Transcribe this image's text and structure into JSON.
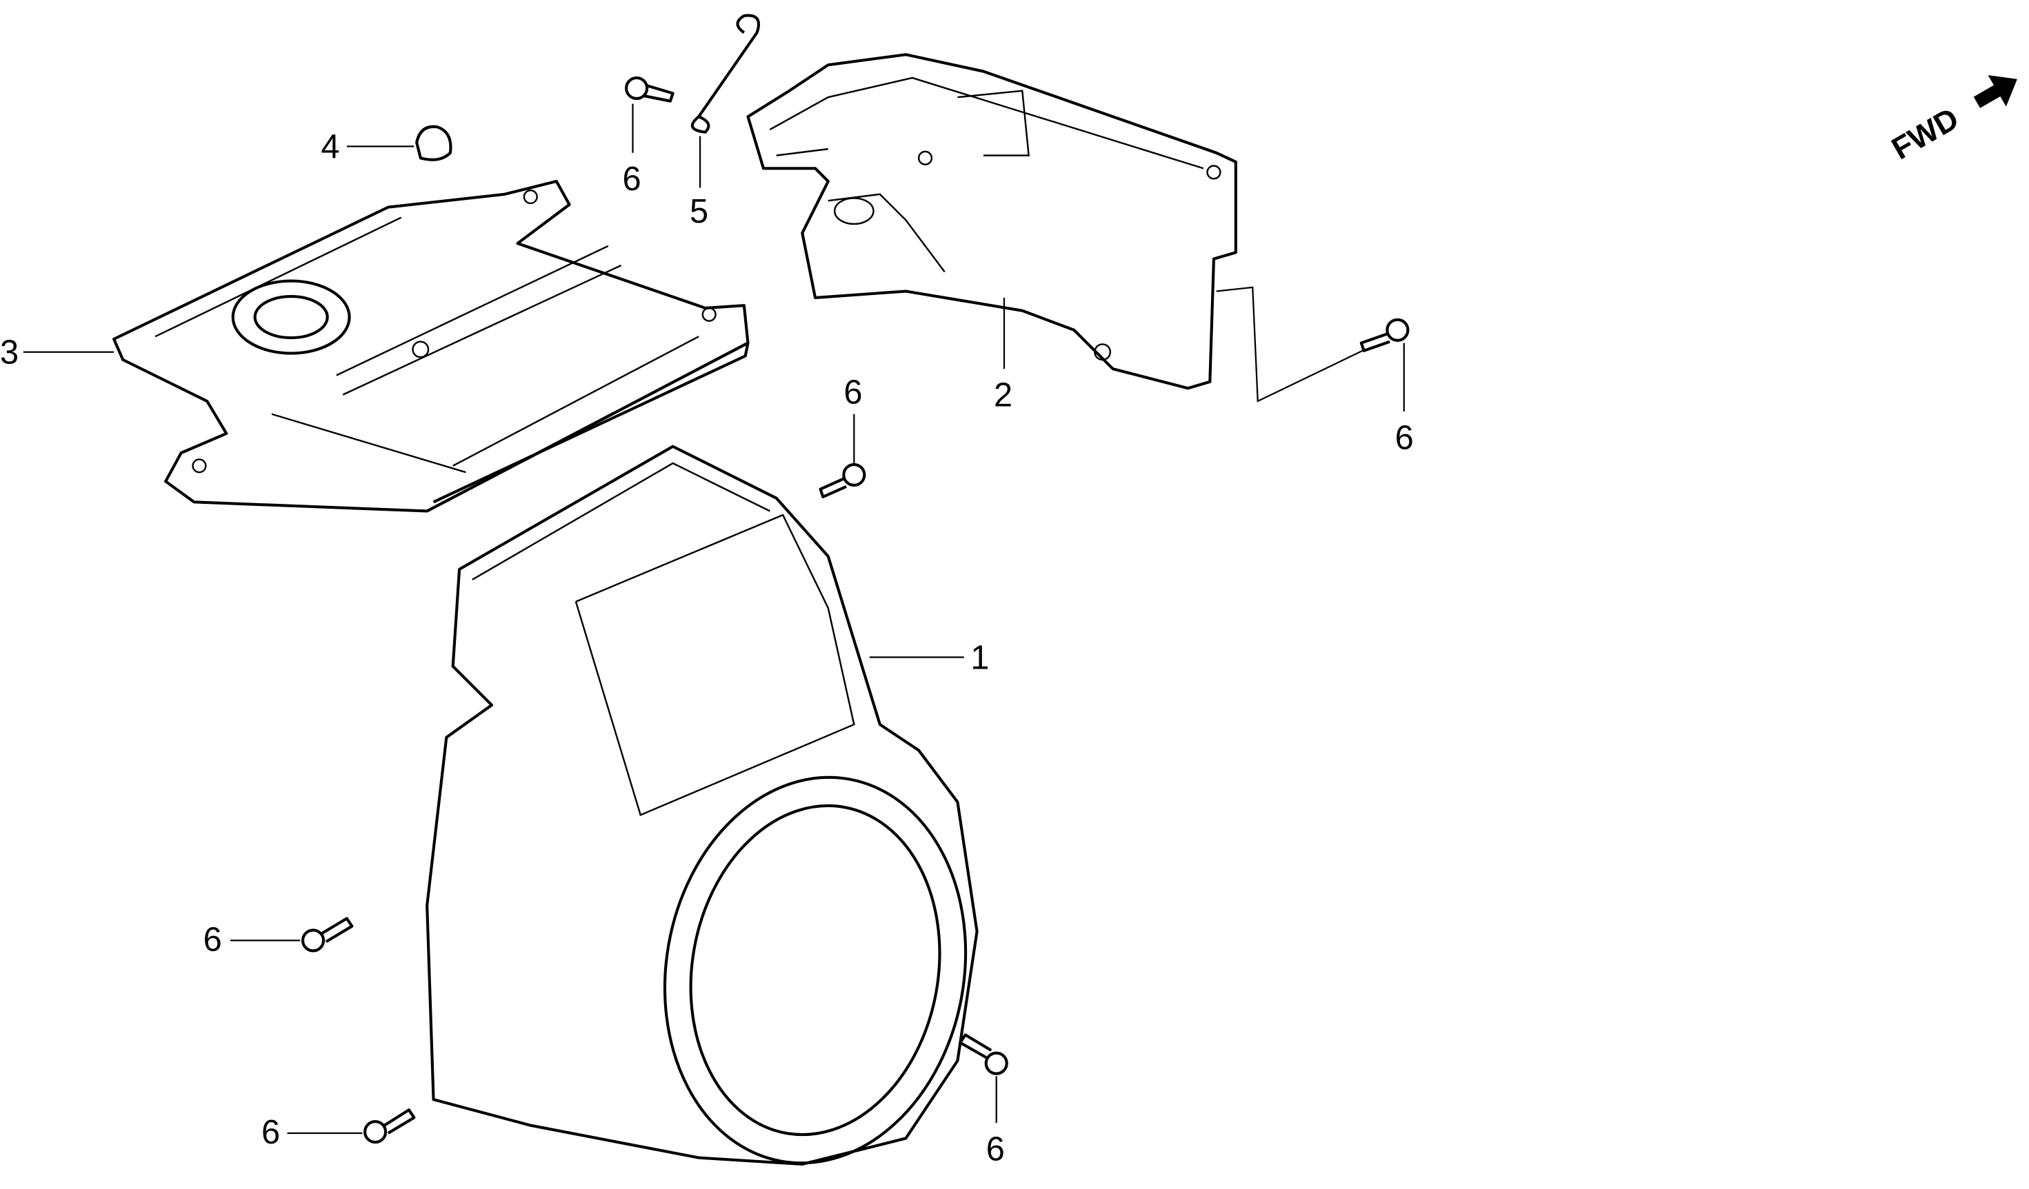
{
  "diagram": {
    "direction_label": "FWD",
    "callouts": {
      "fan_cover": "1",
      "shroud_plate": "2",
      "top_cover": "3",
      "plug": "4",
      "clip": "5",
      "bolt_top": "6",
      "bolt_mid": "6",
      "bolt_right": "6",
      "bolt_left": "6",
      "bolt_bottom_left": "6",
      "bolt_bottom_right": "6"
    }
  }
}
